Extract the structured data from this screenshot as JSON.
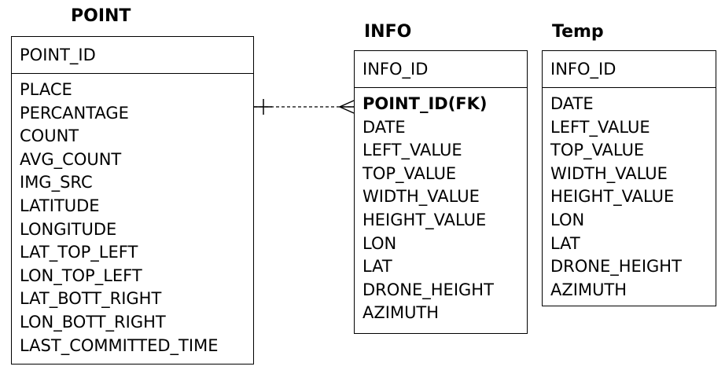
{
  "entities": {
    "point": {
      "title": "POINT",
      "pk": "POINT_ID",
      "fields": [
        "PLACE",
        "PERCANTAGE",
        "COUNT",
        "AVG_COUNT",
        "IMG_SRC",
        "LATITUDE",
        "LONGITUDE",
        "LAT_TOP_LEFT",
        "LON_TOP_LEFT",
        "LAT_BOTT_RIGHT",
        "LON_BOTT_RIGHT",
        "LAST_COMMITTED_TIME"
      ]
    },
    "info": {
      "title": "INFO",
      "pk": "INFO_ID",
      "fields": [
        "POINT_ID(FK)",
        "DATE",
        "LEFT_VALUE",
        "TOP_VALUE",
        "WIDTH_VALUE",
        "HEIGHT_VALUE",
        "LON",
        "LAT",
        "DRONE_HEIGHT",
        "AZIMUTH"
      ]
    },
    "temp": {
      "title": "Temp",
      "pk": "INFO_ID",
      "fields": [
        "DATE",
        "LEFT_VALUE",
        "TOP_VALUE",
        "WIDTH_VALUE",
        "HEIGHT_VALUE",
        "LON",
        "LAT",
        "DRONE_HEIGHT",
        "AZIMUTH"
      ]
    }
  }
}
